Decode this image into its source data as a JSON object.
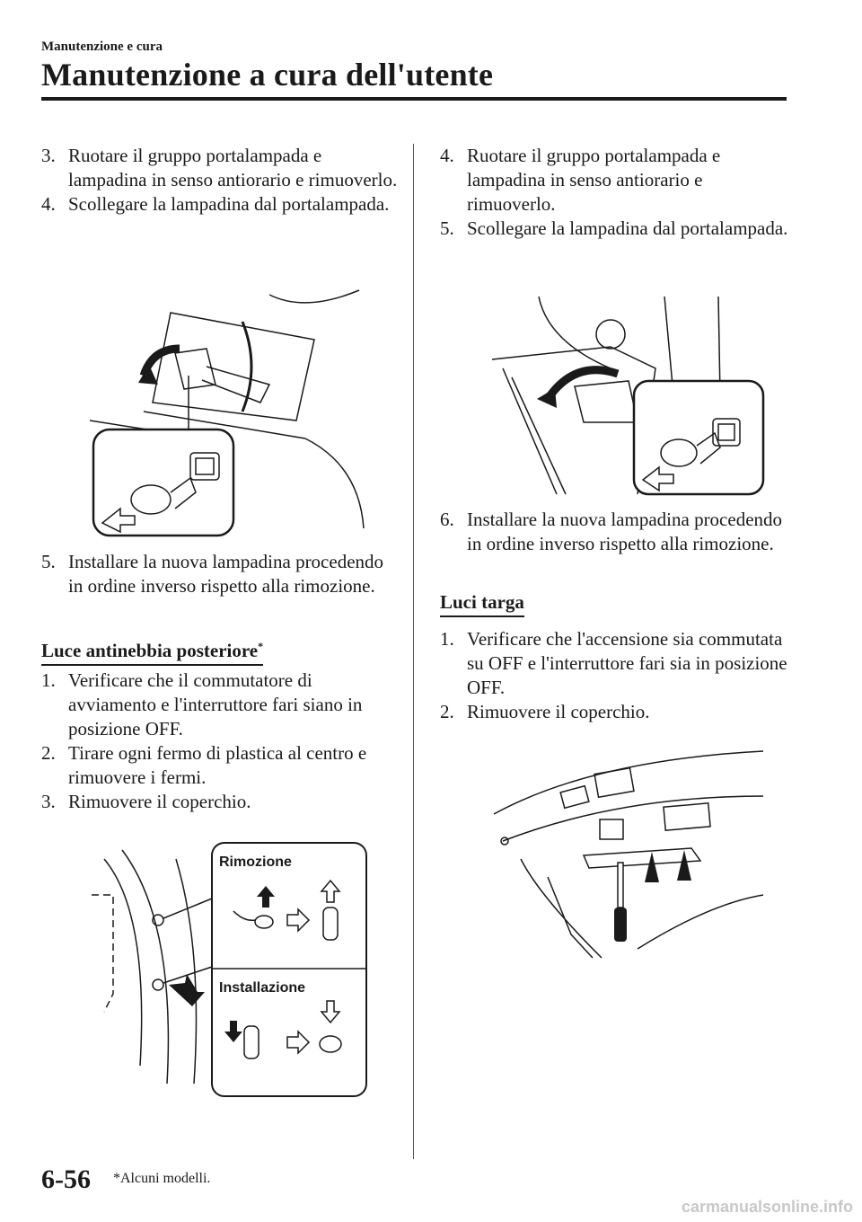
{
  "header": {
    "section": "Manutenzione e cura",
    "title": "Manutenzione a cura dell'utente"
  },
  "left_column": {
    "steps_a": [
      {
        "num": "3.",
        "text": "Ruotare il gruppo portalampada e lampadina in senso antiorario e rimuoverlo."
      },
      {
        "num": "4.",
        "text": "Scollegare la lampadina dal portalampada."
      }
    ],
    "steps_b": [
      {
        "num": "5.",
        "text": "Installare la nuova lampadina procedendo in ordine inverso rispetto alla rimozione."
      }
    ],
    "fog_heading": "Luce antinebbia posteriore",
    "fog_heading_mark": "*",
    "fog_steps": [
      {
        "num": "1.",
        "text": "Verificare che il commutatore di avviamento e l'interruttore fari siano in posizione OFF."
      },
      {
        "num": "2.",
        "text": "Tirare ogni fermo di plastica al centro e rimuovere i fermi."
      },
      {
        "num": "3.",
        "text": "Rimuovere il coperchio."
      }
    ],
    "clip_figure": {
      "removal_label": "Rimozione",
      "install_label": "Installazione"
    }
  },
  "right_column": {
    "steps_a": [
      {
        "num": "4.",
        "text": "Ruotare il gruppo portalampada e lampadina in senso antiorario e rimuoverlo."
      },
      {
        "num": "5.",
        "text": "Scollegare la lampadina dal portalampada."
      }
    ],
    "steps_b": [
      {
        "num": "6.",
        "text": "Installare la nuova lampadina procedendo in ordine inverso rispetto alla rimozione."
      }
    ],
    "plate_heading": "Luci targa",
    "plate_steps": [
      {
        "num": "1.",
        "text": "Verificare che l'accensione sia commutata su OFF e l'interruttore fari sia in posizione OFF."
      },
      {
        "num": "2.",
        "text": "Rimuovere il coperchio."
      }
    ]
  },
  "footer": {
    "page_number": "6-56",
    "footnote": "*Alcuni modelli.",
    "watermark": "carmanualsonline.info"
  }
}
